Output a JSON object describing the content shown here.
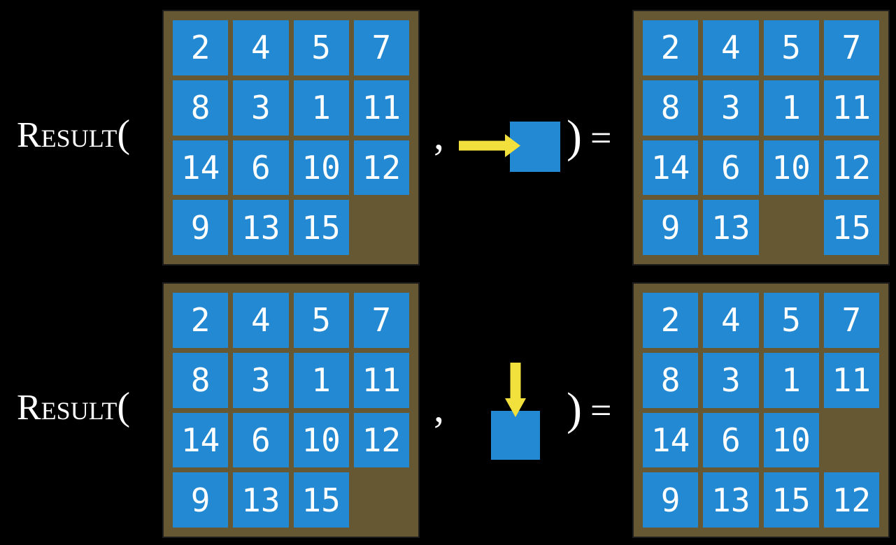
{
  "colors": {
    "background": "#000000",
    "board_bg": "#665833",
    "board_border": "#1c1c1c",
    "tile_bg": "#2389d2",
    "tile_text": "#ffffff",
    "text": "#ffffff",
    "arrow": "#f2e03c"
  },
  "equations": [
    {
      "function_name": "Result",
      "open_paren": "(",
      "comma": ",",
      "close_paren": ")",
      "equals": "=",
      "action": {
        "icon": "arrow-right-icon",
        "direction": "right"
      },
      "input_grid": [
        [
          "2",
          "4",
          "5",
          "7"
        ],
        [
          "8",
          "3",
          "1",
          "11"
        ],
        [
          "14",
          "6",
          "10",
          "12"
        ],
        [
          "9",
          "13",
          "15",
          ""
        ]
      ],
      "output_grid": [
        [
          "2",
          "4",
          "5",
          "7"
        ],
        [
          "8",
          "3",
          "1",
          "11"
        ],
        [
          "14",
          "6",
          "10",
          "12"
        ],
        [
          "9",
          "13",
          "",
          "15"
        ]
      ]
    },
    {
      "function_name": "Result",
      "open_paren": "(",
      "comma": ",",
      "close_paren": ")",
      "equals": "=",
      "action": {
        "icon": "arrow-down-icon",
        "direction": "down"
      },
      "input_grid": [
        [
          "2",
          "4",
          "5",
          "7"
        ],
        [
          "8",
          "3",
          "1",
          "11"
        ],
        [
          "14",
          "6",
          "10",
          "12"
        ],
        [
          "9",
          "13",
          "15",
          ""
        ]
      ],
      "output_grid": [
        [
          "2",
          "4",
          "5",
          "7"
        ],
        [
          "8",
          "3",
          "1",
          "11"
        ],
        [
          "14",
          "6",
          "10",
          ""
        ],
        [
          "9",
          "13",
          "15",
          "12"
        ]
      ]
    }
  ]
}
